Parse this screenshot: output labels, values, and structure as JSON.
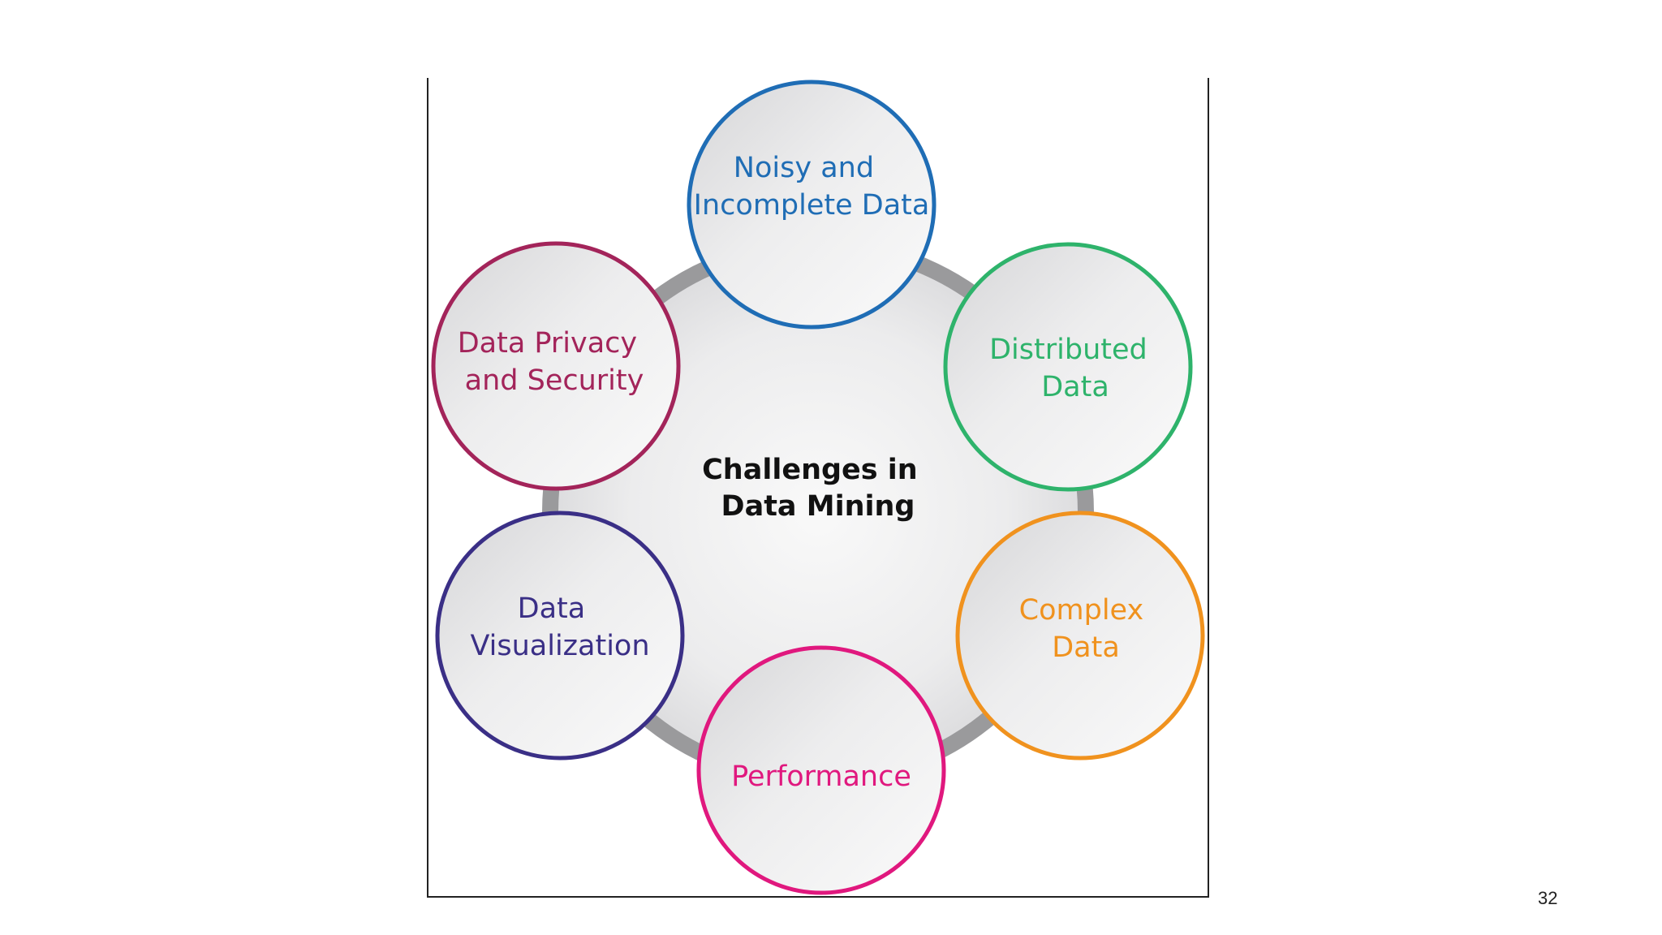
{
  "diagram": {
    "center": {
      "lines": [
        "Challenges in",
        "Data Mining"
      ]
    },
    "nodes": [
      {
        "id": "noisy",
        "lines": [
          "Noisy and",
          "Incomplete Data"
        ],
        "color": "#1f6db5"
      },
      {
        "id": "distributed",
        "lines": [
          "Distributed",
          "Data"
        ],
        "color": "#2eb36b"
      },
      {
        "id": "complex",
        "lines": [
          "Complex",
          "Data"
        ],
        "color": "#f0921e"
      },
      {
        "id": "performance",
        "lines": [
          "Performance"
        ],
        "color": "#e0187e"
      },
      {
        "id": "visualization",
        "lines": [
          "Data",
          "Visualization"
        ],
        "color": "#3a2f86"
      },
      {
        "id": "privacy",
        "lines": [
          "Data Privacy",
          "and Security"
        ],
        "color": "#a3245a"
      }
    ],
    "ring_color": "#9a9a9c"
  },
  "slide": {
    "number": "32"
  }
}
